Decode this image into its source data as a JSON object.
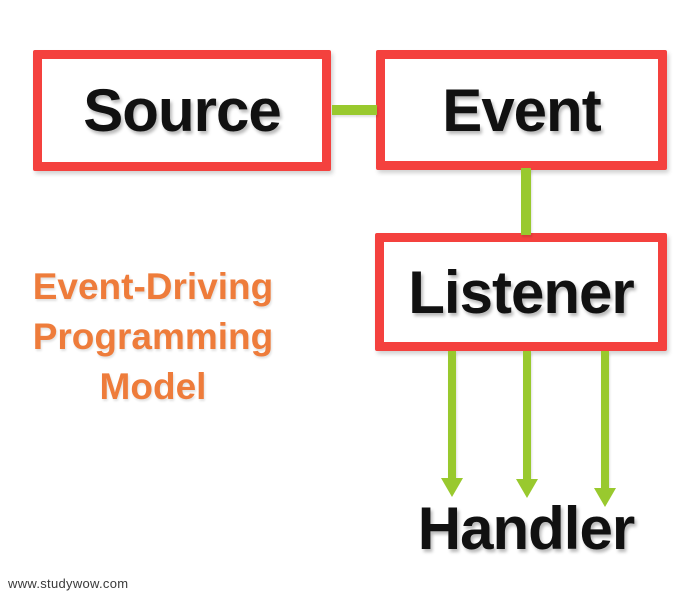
{
  "diagram": {
    "nodes": {
      "source": {
        "label": "Source"
      },
      "event": {
        "label": "Event"
      },
      "listener": {
        "label": "Listener"
      },
      "handler": {
        "label": "Handler"
      }
    },
    "side_label": {
      "lines": [
        "Event-Driving",
        "Programming",
        "Model"
      ]
    },
    "watermark": "www.studywow.com",
    "colors": {
      "box_border": "#f4413e",
      "connector": "#99c92e",
      "side_label_text": "#ee7c3b",
      "node_text": "#111111",
      "background": "#ffffff"
    }
  }
}
